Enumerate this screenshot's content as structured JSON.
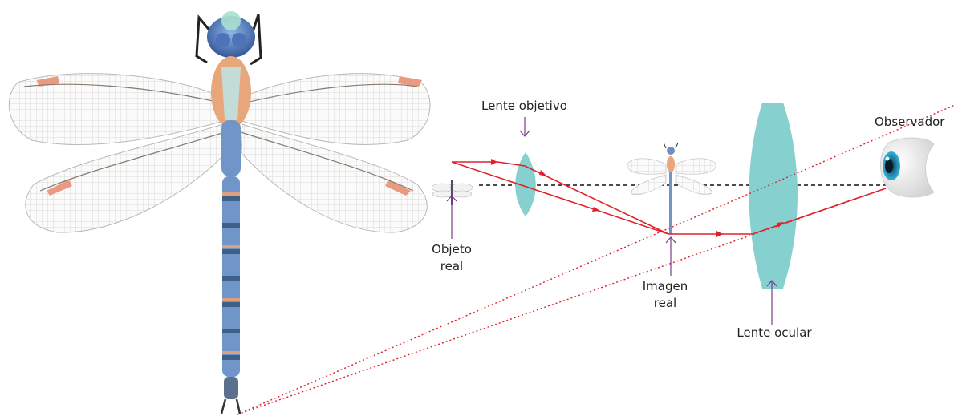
{
  "labels": {
    "objective_lens": "Lente objetivo",
    "object_line1": "Objeto",
    "object_line2": "real",
    "image_line1": "Imagen",
    "image_line2": "real",
    "eyepiece_lens": "Lente ocular",
    "observer": "Observador"
  },
  "colors": {
    "ray": "#e0202a",
    "lens": "#86d0cf",
    "axis": "#111111",
    "pointer": "#7a3a8a",
    "dragonfly_body": "#6f95c9",
    "dragonfly_thorax": "#e8a77a",
    "wing_tip": "#e99a80"
  }
}
